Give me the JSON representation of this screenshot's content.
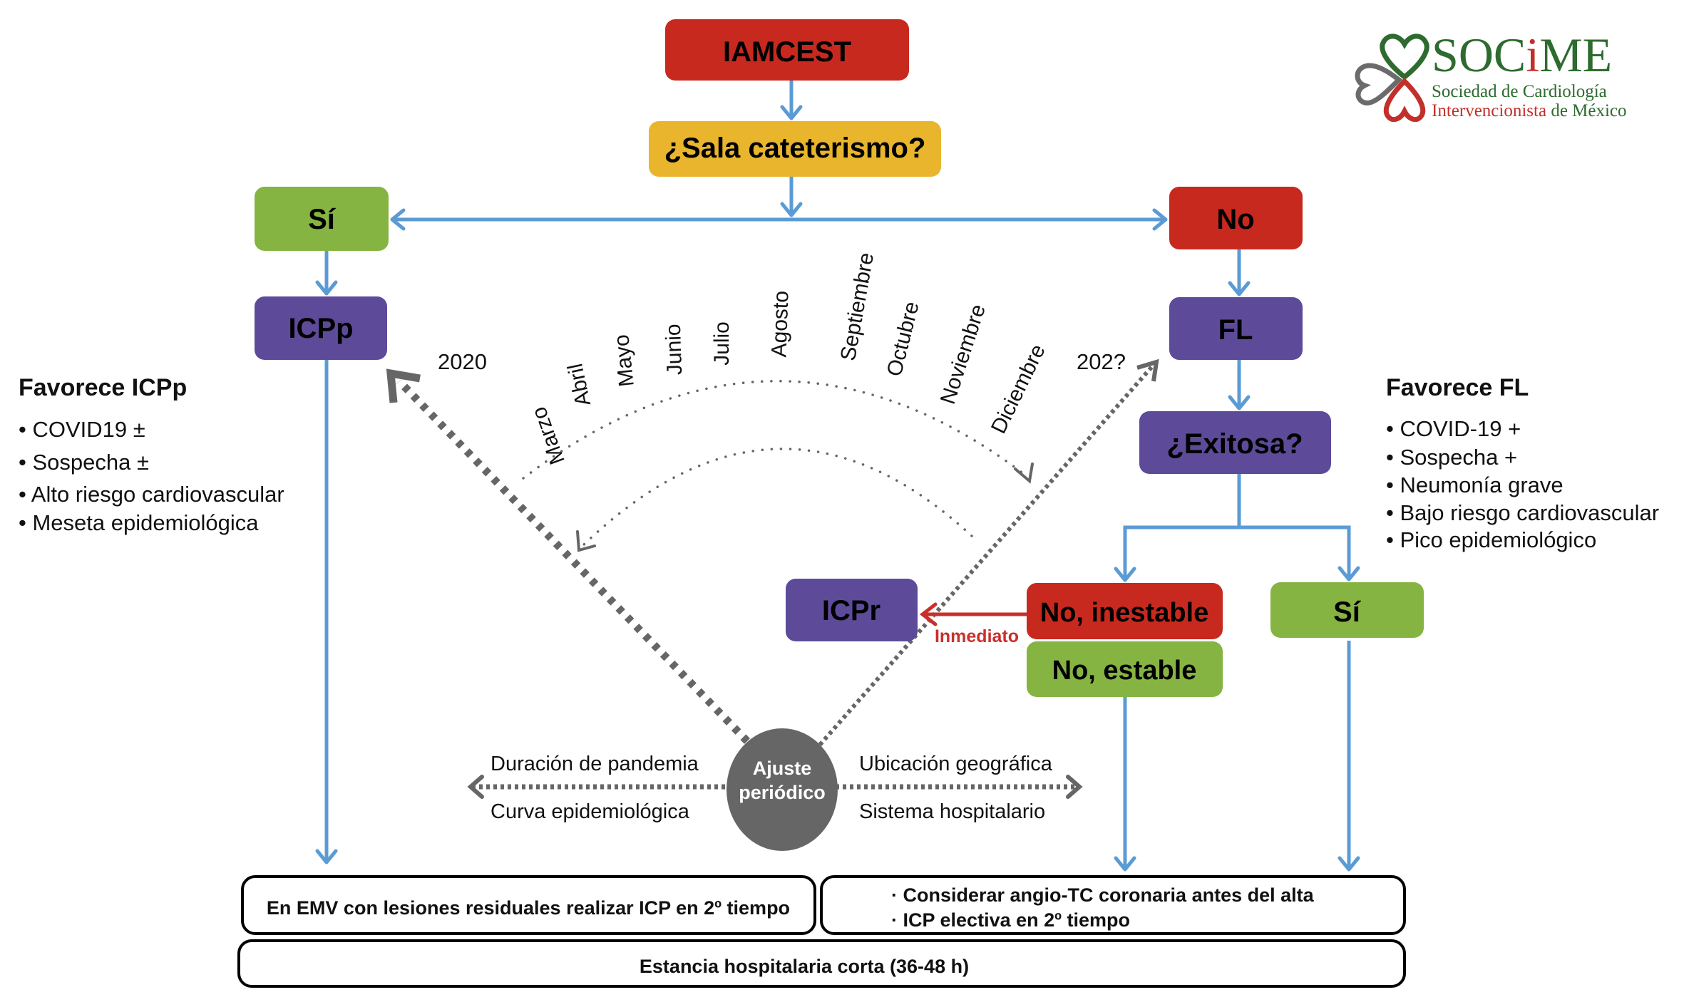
{
  "colors": {
    "red": "#c8291f",
    "yellow": "#e8b52c",
    "green": "#86b442",
    "purple": "#5d4b9a",
    "flow_arrow": "#5b9bd5",
    "gray": "#666666",
    "immediate_red": "#c9302c",
    "logo_green": "#2e6b2f",
    "logo_red": "#c3302a"
  },
  "logo": {
    "name_prefix": "SOC",
    "name_i": "i",
    "name_suffix": "ME",
    "line1": "Sociedad de Cardiología",
    "line2_red": "Intervencionista",
    "line2_green": " de México"
  },
  "nodes": {
    "start": "IAMCEST",
    "cath_lab_question": "¿Sala cateterismo?",
    "yes_top": "Sí",
    "no_top": "No",
    "icpp": "ICPp",
    "fl": "FL",
    "success_question": "¿Exitosa?",
    "no_unstable": "No, inestable",
    "no_stable": "No, estable",
    "yes_right": "Sí",
    "icpr": "ICPr",
    "immediate_label": "Inmediato",
    "periodic_adjust_line1": "Ajuste",
    "periodic_adjust_line2": "periódico"
  },
  "favors_icpp": {
    "title": "Favorece ICPp",
    "items": [
      "COVID19 ±",
      "Sospecha ±",
      "Alto riesgo cardiovascular",
      "Meseta epidemiológica"
    ]
  },
  "favors_fl": {
    "title": "Favorece FL",
    "items": [
      "COVID-19 +",
      "Sospecha +",
      "Neumonía grave",
      "Bajo riesgo cardiovascular",
      "Pico epidemiológico"
    ]
  },
  "timeline": {
    "start_year": "2020",
    "end_year": "202?",
    "months": [
      "Marzo",
      "Abril",
      "Mayo",
      "Junio",
      "Julio",
      "Agosto",
      "Septiembre",
      "Octubre",
      "Noviembre",
      "Diciembre"
    ]
  },
  "factors": {
    "left_top": "Duración de pandemia",
    "left_bottom": "Curva epidemiológica",
    "right_top": "Ubicación geográfica",
    "right_bottom": "Sistema hospitalario"
  },
  "outcomes": {
    "left": "En EMV con lesiones residuales realizar ICP en 2º tiempo",
    "right_items": [
      "Considerar angio-TC coronaria antes del alta",
      "ICP electiva en 2º tiempo"
    ],
    "bottom": "Estancia hospitalaria corta (36-48 h)"
  }
}
